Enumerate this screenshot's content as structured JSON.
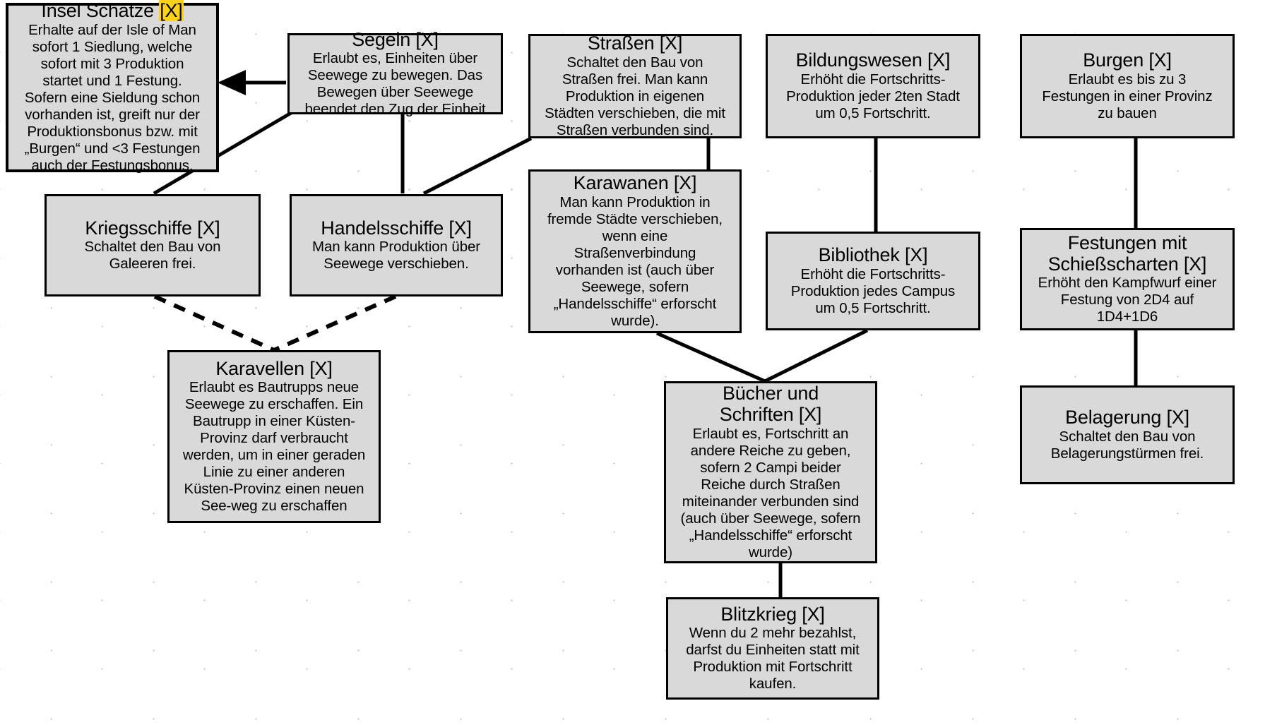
{
  "diagram": {
    "title_suffix": "[X]",
    "background": "#ffffff",
    "node_fill": "#d9d9d9",
    "node_border": "#000000",
    "highlight_color": "#ffd21a",
    "nodes": [
      {
        "id": "insel-schaetze",
        "title": "Insel Schätze ",
        "title_mark": "[X]",
        "desc": "Erhalte auf der Isle of Man\nsofort 1 Siedlung, welche\nsofort mit 3 Produktion\nstartet und 1 Festung.\nSofern eine Sieldung schon\nvorhanden ist, greift nur der\nProduktionsbonus bzw. mit\n„Burgen“ und <3 Festungen\nauch der Festungsbonus."
      },
      {
        "id": "segeln",
        "title": "Segeln [X]",
        "desc": "Erlaubt es, Einheiten über\nSeewege zu bewegen. Das\nBewegen über Seewege\nbeendet den Zug der Einheit"
      },
      {
        "id": "strassen",
        "title": "Straßen [X]",
        "desc": "Schaltet den Bau von\nStraßen frei. Man kann\nProduktion in eigenen\nStädten verschieben, die mit\nStraßen verbunden sind."
      },
      {
        "id": "bildungswesen",
        "title": "Bildungswesen [X]",
        "desc": "Erhöht die Fortschritts-\nProduktion jeder 2ten Stadt\num 0,5 Fortschritt."
      },
      {
        "id": "burgen",
        "title": "Burgen [X]",
        "desc": "Erlaubt es bis zu 3\nFestungen in einer Provinz\nzu bauen"
      },
      {
        "id": "kriegsschiffe",
        "title": "Kriegsschiffe [X]",
        "desc": "Schaltet den Bau von\nGaleeren frei."
      },
      {
        "id": "handelsschiffe",
        "title": "Handelsschiffe [X]",
        "desc": "Man kann Produktion über\nSeewege verschieben."
      },
      {
        "id": "karawanen",
        "title": "Karawanen [X]",
        "desc": "Man kann Produktion in\nfremde Städte verschieben,\nwenn eine\nStraßenverbindung\nvorhanden ist (auch über\nSeewege, sofern\n„Handelsschiffe“ erforscht\nwurde)."
      },
      {
        "id": "bibliothek",
        "title": "Bibliothek [X]",
        "desc": "Erhöht die Fortschritts-\nProduktion jedes Campus\num 0,5 Fortschritt."
      },
      {
        "id": "festungen",
        "title": "Festungen mit\nSchießscharten [X]",
        "desc": "Erhöht den Kampfwurf einer\nFestung von 2D4 auf\n1D4+1D6"
      },
      {
        "id": "karavellen",
        "title": "Karavellen [X]",
        "desc": "Erlaubt es Bautrupps neue\nSeewege zu erschaffen. Ein\nBautrupp in einer Küsten-\nProvinz darf verbraucht\nwerden, um in einer geraden\nLinie zu einer anderen\nKüsten-Provinz einen neuen\nSee-weg zu erschaffen"
      },
      {
        "id": "buecher",
        "title": "Bücher und\nSchriften [X]",
        "desc": "Erlaubt es, Fortschritt an\nandere Reiche zu geben,\nsofern 2 Campi beider\nReiche durch Straßen\nmiteinander verbunden sind\n(auch über Seewege, sofern\n„Handelsschiffe“ erforscht\nwurde)"
      },
      {
        "id": "belagerung",
        "title": "Belagerung [X]",
        "desc": "Schaltet den Bau von\nBelagerungstürmen frei."
      },
      {
        "id": "blitzkrieg",
        "title": "Blitzkrieg [X]",
        "desc": "Wenn du 2 mehr bezahlst,\ndarfst du Einheiten statt mit\nProduktion mit Fortschritt\nkaufen."
      }
    ],
    "edges": [
      {
        "from": "segeln",
        "to": "insel-schaetze",
        "style": "solid-arrow"
      },
      {
        "from": "segeln",
        "to": "kriegsschiffe",
        "style": "solid"
      },
      {
        "from": "segeln",
        "to": "handelsschiffe",
        "style": "solid"
      },
      {
        "from": "strassen",
        "to": "handelsschiffe",
        "style": "solid"
      },
      {
        "from": "strassen",
        "to": "karawanen",
        "style": "solid"
      },
      {
        "from": "kriegsschiffe",
        "to": "karavellen",
        "style": "dashed"
      },
      {
        "from": "handelsschiffe",
        "to": "karavellen",
        "style": "dashed"
      },
      {
        "from": "bildungswesen",
        "to": "bibliothek",
        "style": "solid"
      },
      {
        "from": "karawanen",
        "to": "buecher",
        "style": "solid"
      },
      {
        "from": "bibliothek",
        "to": "buecher",
        "style": "solid"
      },
      {
        "from": "buecher",
        "to": "blitzkrieg",
        "style": "solid"
      },
      {
        "from": "burgen",
        "to": "festungen",
        "style": "solid"
      },
      {
        "from": "festungen",
        "to": "belagerung",
        "style": "solid"
      }
    ]
  }
}
